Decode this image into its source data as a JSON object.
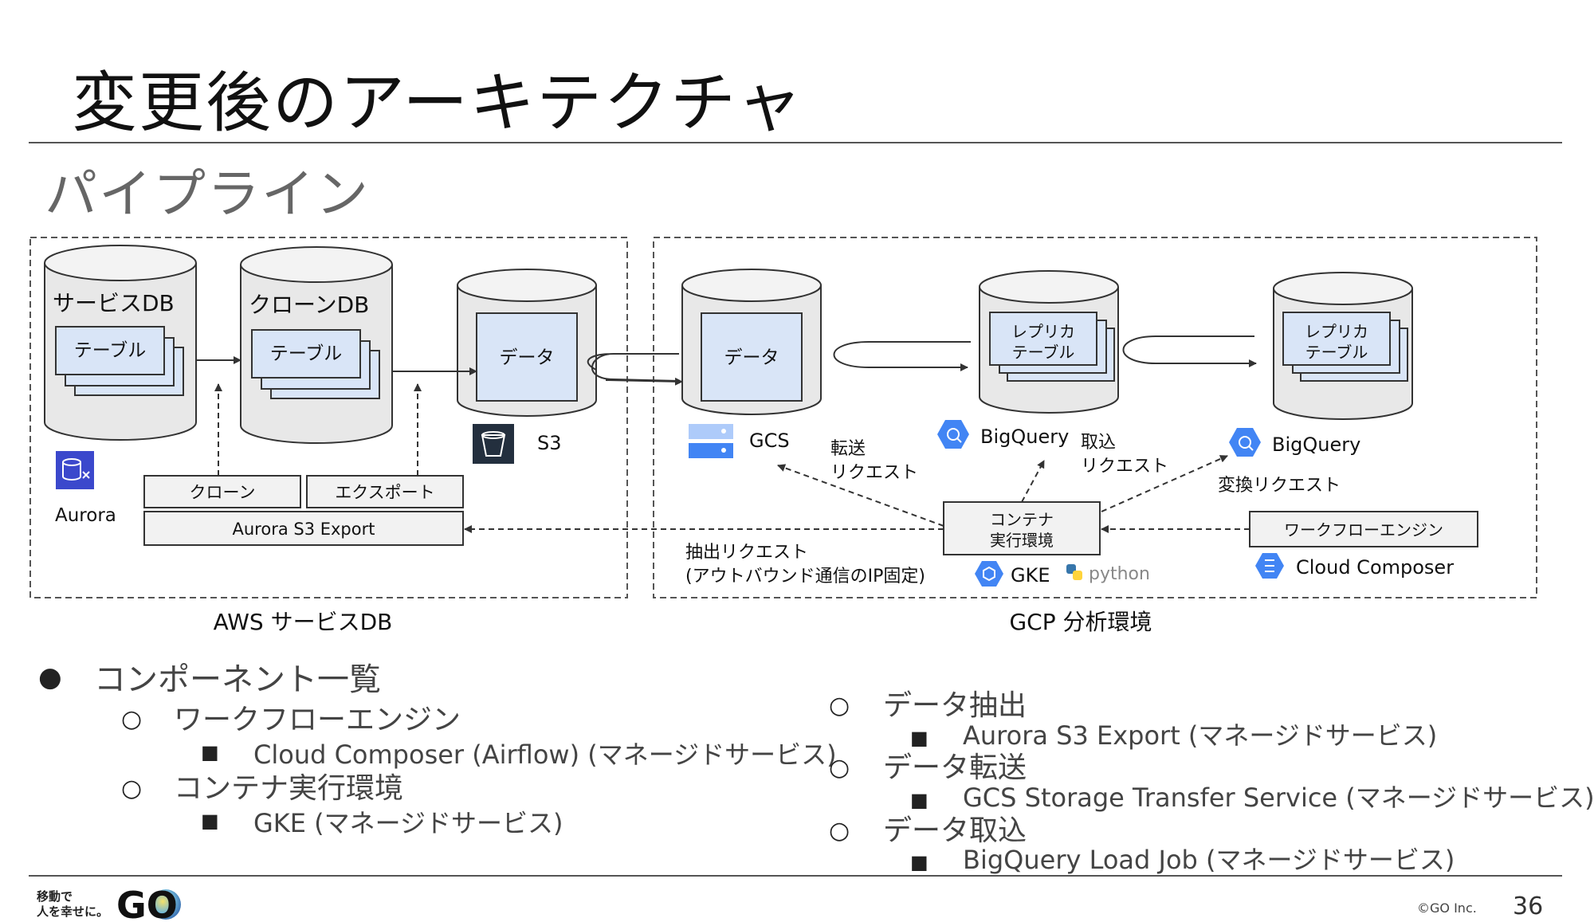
{
  "slide": {
    "title": "変更後のアーキテクチャ",
    "subtitle": "パイプライン"
  },
  "diagram": {
    "aws_group_label": "AWS サービスDB",
    "gcp_group_label": "GCP 分析環境",
    "service_db": {
      "label": "サービスDB",
      "table_label": "テーブル"
    },
    "clone_db": {
      "label": "クローンDB",
      "table_label": "テーブル"
    },
    "s3_bucket": {
      "data_label": "データ",
      "label": "S3"
    },
    "aurora_label": "Aurora",
    "clone_box": "クローン",
    "export_box": "エクスポート",
    "aurora_s3_export_box": "Aurora S3 Export",
    "gcs": {
      "data_label": "データ",
      "label": "GCS"
    },
    "bigquery_replica_1": {
      "table_label_line1": "レプリカ",
      "table_label_line2": "テーブル",
      "label": "BigQuery"
    },
    "bigquery_replica_2": {
      "table_label_line1": "レプリカ",
      "table_label_line2": "テーブル",
      "label": "BigQuery"
    },
    "transfer_request_line1": "転送",
    "transfer_request_line2": "リクエスト",
    "load_request_line1": "取込",
    "load_request_line2": "リクエスト",
    "transform_request": "変換リクエスト",
    "container_box_line1": "コンテナ",
    "container_box_line2": "実行環境",
    "workflow_engine_box": "ワークフローエンジン",
    "cloud_composer_label": "Cloud Composer",
    "extract_request_line1": "抽出リクエスト",
    "extract_request_line2": "(アウトバウンド通信のIP固定)",
    "gke_label": "GKE",
    "python_label": "python"
  },
  "components": {
    "heading": "コンポーネント一覧",
    "left": [
      {
        "label": "ワークフローエンジン",
        "item": "Cloud Composer (Airflow) (マネージドサービス)"
      },
      {
        "label": "コンテナ実行環境",
        "item": "GKE (マネージドサービス)"
      }
    ],
    "right": [
      {
        "label": "データ抽出",
        "item": "Aurora S3 Export (マネージドサービス)"
      },
      {
        "label": "データ転送",
        "item": "GCS Storage Transfer Service (マネージドサービス)"
      },
      {
        "label": "データ取込",
        "item": "BigQuery Load Job (マネージドサービス)"
      }
    ]
  },
  "footer": {
    "logo_tagline_line1": "移動で",
    "logo_tagline_line2": "人を幸せに。",
    "logo_mark": "GO",
    "copyright": "©GO Inc.",
    "page_number": "36"
  },
  "colors": {
    "table_fill": "#d9e5f7",
    "cylinder_fill": "#e8e8e8",
    "box_fill": "#f2f2f2",
    "gcp_icon_blue": "#4285f4",
    "aurora_icon": "#3b48cc",
    "s3_icon": "#232f3e"
  }
}
